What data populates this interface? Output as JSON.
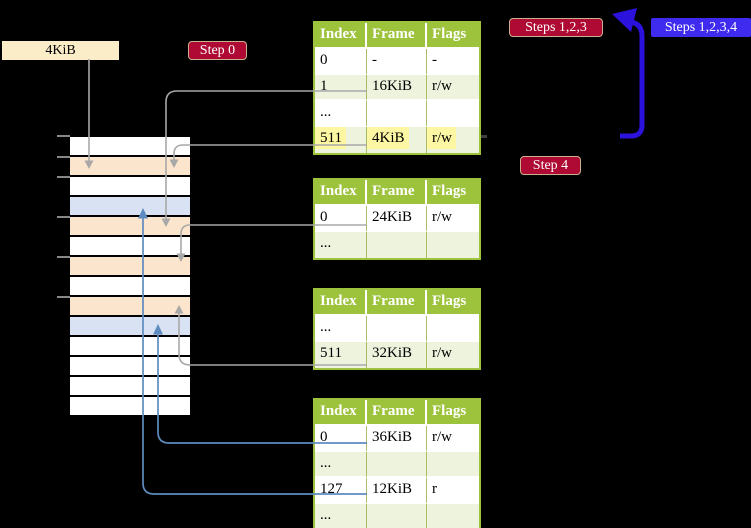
{
  "labels": {
    "page_size": "4KiB",
    "step0": "Step 0",
    "steps123": "Steps 1,2,3",
    "steps1234": "Steps 1,2,3,4",
    "step4": "Step 4"
  },
  "colors": {
    "background": "#000000",
    "table_header_bg": "#9dc33d",
    "table_row_bg": "#ffffff",
    "table_row_alt_bg": "#eef3de",
    "highlight_bg": "#fdf6a2",
    "page_size_label_bg": "#fcedc9",
    "step_label_bg": "#ae0a33",
    "steps1234_label_bg": "#3e2bef",
    "memory_frame_white": "#ffffff",
    "memory_frame_peach": "#fce5cd",
    "memory_frame_blue": "#d9e2f3",
    "gray_arrow": "#a8a8a8",
    "blue_arrow": "#5e8bc0",
    "loop_arrow": "#2b12dc",
    "tick": "#888888"
  },
  "tables": [
    {
      "name": "page-table-level4",
      "headers": [
        "Index",
        "Frame",
        "Flags"
      ],
      "rows": [
        {
          "cells": [
            "0",
            "-",
            "-"
          ],
          "highlight": false
        },
        {
          "cells": [
            "1",
            "16KiB",
            "r/w"
          ],
          "highlight": false
        },
        {
          "cells": [
            "...",
            "",
            ""
          ],
          "highlight": false
        },
        {
          "cells": [
            "511",
            "4KiB",
            "r/w"
          ],
          "highlight": true
        }
      ]
    },
    {
      "name": "page-table-level3",
      "headers": [
        "Index",
        "Frame",
        "Flags"
      ],
      "rows": [
        {
          "cells": [
            "0",
            "24KiB",
            "r/w"
          ],
          "highlight": false
        },
        {
          "cells": [
            "...",
            "",
            ""
          ],
          "highlight": false
        }
      ]
    },
    {
      "name": "page-table-level2",
      "headers": [
        "Index",
        "Frame",
        "Flags"
      ],
      "rows": [
        {
          "cells": [
            "...",
            "",
            ""
          ],
          "highlight": false
        },
        {
          "cells": [
            "511",
            "32KiB",
            "r/w"
          ],
          "highlight": false
        }
      ]
    },
    {
      "name": "page-table-level1",
      "headers": [
        "Index",
        "Frame",
        "Flags"
      ],
      "rows": [
        {
          "cells": [
            "0",
            "36KiB",
            "r/w"
          ],
          "highlight": false
        },
        {
          "cells": [
            "...",
            "",
            ""
          ],
          "highlight": false
        },
        {
          "cells": [
            "127",
            "12KiB",
            "r"
          ],
          "highlight": false
        },
        {
          "cells": [
            "...",
            "",
            ""
          ],
          "highlight": false
        }
      ]
    }
  ],
  "memory_stack": {
    "rows": [
      {
        "kind": "free"
      },
      {
        "kind": "page-table"
      },
      {
        "kind": "free"
      },
      {
        "kind": "mapped-page"
      },
      {
        "kind": "page-table"
      },
      {
        "kind": "free"
      },
      {
        "kind": "page-table"
      },
      {
        "kind": "free"
      },
      {
        "kind": "page-table"
      },
      {
        "kind": "mapped-page"
      },
      {
        "kind": "free"
      },
      {
        "kind": "free"
      },
      {
        "kind": "free"
      },
      {
        "kind": "free"
      }
    ]
  },
  "arrows": [
    {
      "from": "4KiB label",
      "to": "frame at 4KiB",
      "style": "gray"
    },
    {
      "from": "level4 entry 1 (16KiB)",
      "to": "frame at 16KiB",
      "style": "gray"
    },
    {
      "from": "level4 entry 511 (4KiB)",
      "to": "frame at 4KiB (self)",
      "style": "gray"
    },
    {
      "from": "level3 entry 0 (24KiB)",
      "to": "frame at 24KiB",
      "style": "gray"
    },
    {
      "from": "level2 entry 511 (32KiB)",
      "to": "frame at 32KiB",
      "style": "gray"
    },
    {
      "from": "level1 entry 0 (36KiB)",
      "to": "frame at 36KiB",
      "style": "blue"
    },
    {
      "from": "level1 entry 127 (12KiB)",
      "to": "frame at 12KiB",
      "style": "blue"
    },
    {
      "from": "recursive entry",
      "to": "level 4 table",
      "style": "loop"
    }
  ]
}
